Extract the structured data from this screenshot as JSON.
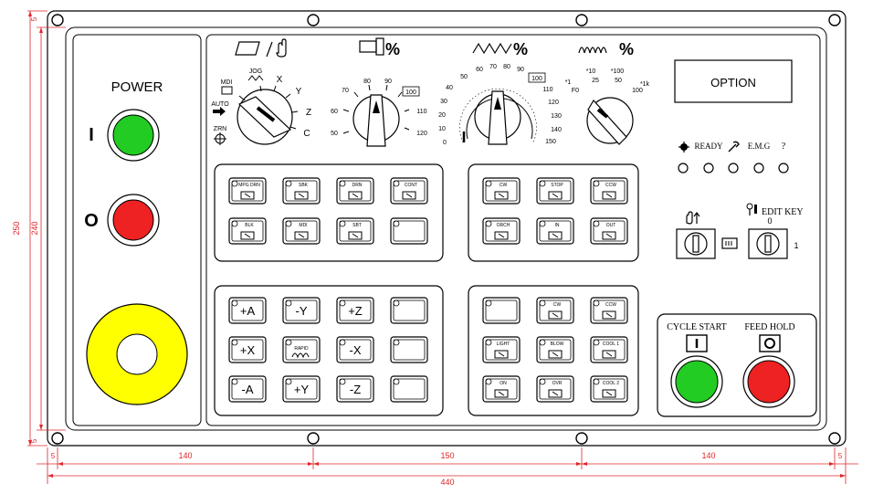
{
  "power": {
    "title": "POWER",
    "on_symbol": "I",
    "off_symbol": "O",
    "on_color": "#22cc22",
    "off_color": "#ee2222",
    "estop_color": "#ffff00"
  },
  "option_label": "OPTION",
  "mode_dial": {
    "labels": [
      "JOG",
      "MDI",
      "AUTO",
      "ZRN",
      "X",
      "Y",
      "Z",
      "C"
    ],
    "icons": [
      "jog-wave-icon",
      "mdi-icon",
      "auto-arrow-icon",
      "zrn-icon"
    ]
  },
  "header_icons": {
    "mode": "mode-hand-icon",
    "spindle": "spindle-override-icon",
    "feed": "feed-override-icon",
    "rapid": "rapid-override-icon"
  },
  "percent": "%",
  "spindle_dial": {
    "ticks": [
      "50",
      "60",
      "70",
      "80",
      "90",
      "100",
      "110",
      "120"
    ],
    "boxed": "100"
  },
  "feed_dial": {
    "ticks": [
      "0",
      "10",
      "20",
      "30",
      "40",
      "50",
      "60",
      "70",
      "80",
      "90",
      "100",
      "110",
      "120",
      "130",
      "140",
      "150"
    ],
    "boxed": "100"
  },
  "rapid_dial": {
    "ticks": [
      "*1",
      "F0",
      "*10",
      "25",
      "*100",
      "50",
      "*1k",
      "100"
    ]
  },
  "indicators": {
    "labels": [
      "READY",
      "E.M.G",
      "?"
    ],
    "icons": [
      "alarm-icon",
      "wrench-icon"
    ]
  },
  "key_switches": {
    "edit_key": "EDIT KEY",
    "pos_0": "0",
    "pos_1": "1"
  },
  "cycle": {
    "start": "CYCLE START",
    "hold": "FEED HOLD",
    "start_color": "#22cc22",
    "hold_color": "#ee2222"
  },
  "mode_buttons": {
    "tags": [
      "MPG DRN",
      "SBK",
      "DRN",
      "CONT",
      "BLK",
      "MDI",
      "SBT",
      ""
    ],
    "icons": [
      "mpg-icon",
      "single-block-icon",
      "dry-run-icon",
      "cont-icon",
      "block-skip-icon",
      "mdi-icon",
      "sbt-icon",
      ""
    ]
  },
  "spindle_buttons": {
    "tags": [
      "CW",
      "STOP",
      "CCW",
      "ORCH",
      "IN",
      "OUT"
    ],
    "icons": [
      "spindle-cw-icon",
      "spindle-stop-icon",
      "spindle-ccw-icon",
      "orient-icon",
      "tool-in-icon",
      "tool-out-icon"
    ]
  },
  "jog_buttons": {
    "labels": [
      "+A",
      "-Y",
      "+Z",
      "",
      "+X",
      "RAPID",
      "-X",
      "",
      "-A",
      "+Y",
      "-Z",
      ""
    ]
  },
  "aux_buttons": {
    "tags": [
      "",
      "CW",
      "CCW",
      "LIGHT",
      "BLOW",
      "COOL 1",
      "ON",
      "OVR",
      "COOL 2"
    ],
    "icons": [
      "",
      "chip-cw-icon",
      "chip-ccw-icon",
      "light-icon",
      "blow-icon",
      "coolant-icon",
      "on-icon",
      "override-icon",
      "coolant-icon"
    ]
  },
  "dimensions": {
    "top_margin": "5",
    "left_total": "250",
    "left_inner": "240",
    "bottom_margin": "5",
    "seg_left_margin": "5",
    "seg_1": "140",
    "seg_2": "150",
    "seg_3": "140",
    "seg_right_margin": "5",
    "total_width": "440"
  },
  "colors": {
    "line": "#000000",
    "dimension": "#e0262a"
  }
}
